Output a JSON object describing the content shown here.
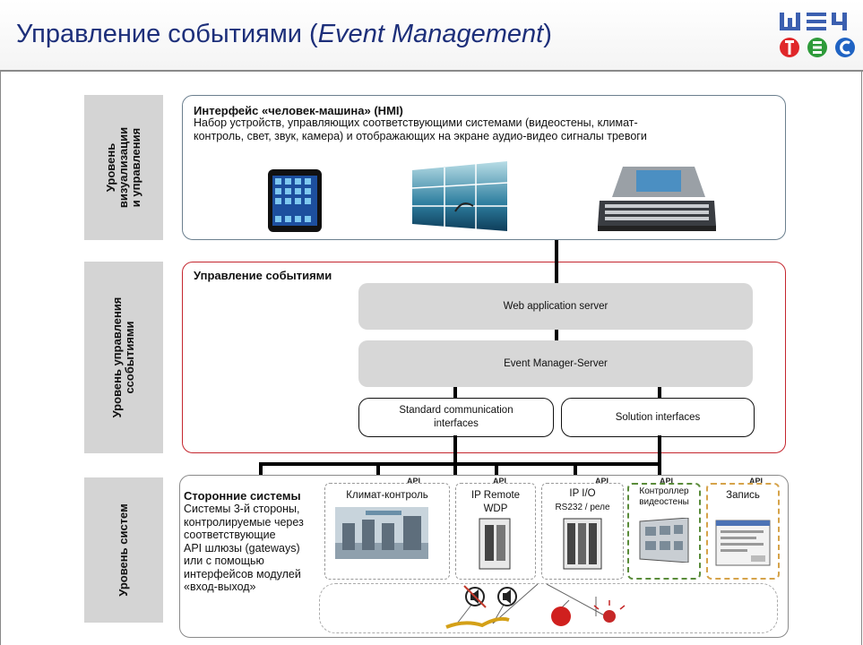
{
  "header": {
    "title_before": "Управление событиями (",
    "title_italic": "Event Management",
    "title_after": ")",
    "logo_colors": {
      "top_blue": "#3b5fb0",
      "red": "#e0272a",
      "green": "#2e9b3a",
      "blue": "#1f63c3"
    }
  },
  "layers": [
    {
      "label_line1": "Уровень",
      "label_line2": "визуализации",
      "label_line3": "и управления"
    },
    {
      "label_line1": "Уровень управления",
      "label_line2": "ссобытиями"
    },
    {
      "label_line1": "Уровень систем"
    }
  ],
  "hmi": {
    "heading": "Интерфейс «человек-машина» (HMI)",
    "description_line1": "Набор устройств, управляющих соответствующими системами (видеостены, климат-",
    "description_line2": "контроль, свет, звук, камера) и отображающих на экране аудио-видео сигналы тревоги",
    "devices": [
      "tablet-icon",
      "video-wall-icon",
      "control-console-icon"
    ]
  },
  "event_management": {
    "heading": "Управление событиями",
    "web_server": "Web application server",
    "event_server": "Event Manager-Server",
    "std_iface_line1": "Standard communication",
    "std_iface_line2": "interfaces",
    "solution_iface": "Solution interfaces"
  },
  "systems": {
    "heading": "Сторонние системы",
    "description": [
      "Системы 3-й стороны,",
      "контролируемые через",
      "соответствующие",
      "API шлюзы (gateways)",
      "или с помощью",
      "интерфейсов модулей",
      "«вход-выход»"
    ],
    "api_label": "API",
    "cards": [
      {
        "label_line1": "Климат-контроль",
        "label_line2": ""
      },
      {
        "label_line1": "IP Remote",
        "label_line2": "WDP"
      },
      {
        "label_line1": "IP I/O",
        "label_line2": "RS232 / реле"
      },
      {
        "label_line1": "Контроллер",
        "label_line2": "видеостены"
      },
      {
        "label_line1": "Запись",
        "label_line2": ""
      }
    ]
  }
}
